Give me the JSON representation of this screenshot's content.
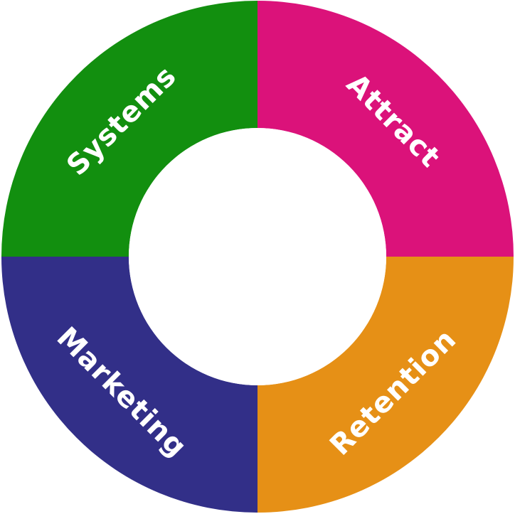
{
  "diagram": {
    "segments": [
      {
        "label": "Attract",
        "color": "#DB127A"
      },
      {
        "label": "Retention",
        "color": "#E69016"
      },
      {
        "label": "Marketing",
        "color": "#322F88"
      },
      {
        "label": "Systems",
        "color": "#128F0F"
      }
    ],
    "center_color": "#FFFFFF"
  }
}
